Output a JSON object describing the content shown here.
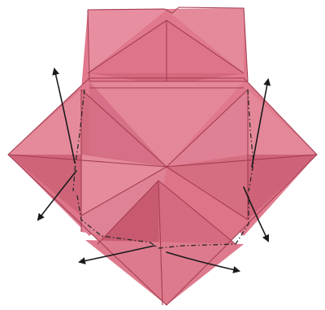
{
  "diagram": {
    "kind": "origami-fold-step",
    "colors": {
      "background": "#ffffff",
      "paper_base": "#dc7286",
      "paper_light": "#eb8f9f",
      "paper_mid": "#d86b80",
      "paper_dark": "#b8485f",
      "crease": "#a53d52",
      "outline": "#9e3a4f",
      "arrow": "#1b1b1b"
    },
    "arrow_count": 6,
    "cut_line_style": "dash-dot"
  }
}
